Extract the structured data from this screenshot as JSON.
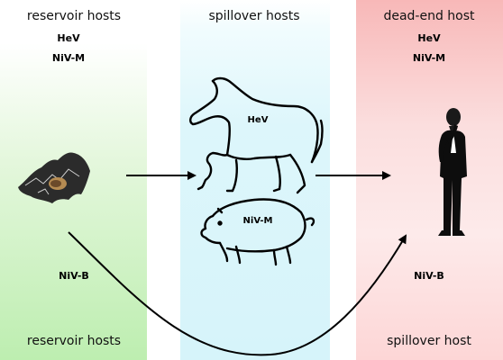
{
  "columns": {
    "reservoir": {
      "top_title": "reservoir hosts",
      "viruses": [
        "HeV",
        "NiV-M"
      ],
      "bottom_virus": "NiV-B",
      "bottom_title": "reservoir hosts"
    },
    "spillover": {
      "top_title": "spillover hosts",
      "horse_label": "HeV",
      "pig_label": "NiV-M"
    },
    "deadend": {
      "top_title": "dead-end host",
      "viruses": [
        "HeV",
        "NiV-M"
      ],
      "bottom_virus": "NiV-B",
      "bottom_title": "spillover host"
    }
  },
  "colors": {
    "reservoir_band": "#bdeeb0",
    "spillover_band": "#d6f4fa",
    "deadend_band": "#f8b8b8",
    "arrow": "#000000"
  },
  "icons": [
    "bat-icon",
    "horse-icon",
    "pig-icon",
    "man-icon"
  ]
}
